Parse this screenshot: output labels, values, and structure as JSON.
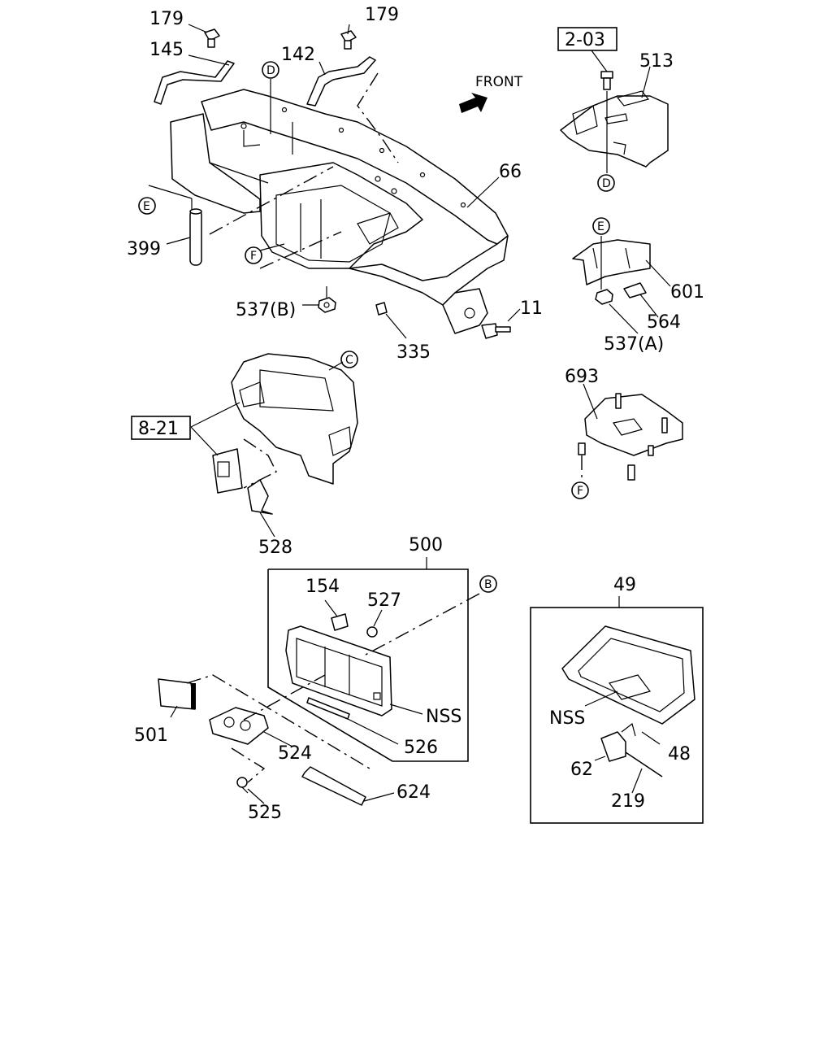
{
  "diagram": {
    "part_labels": {
      "p179a": "179",
      "p145": "145",
      "p179b": "179",
      "p142": "142",
      "p66": "66",
      "p399": "399",
      "p537b": "537(B)",
      "p335": "335",
      "p11": "11",
      "p513": "513",
      "p601": "601",
      "p564": "564",
      "p537a": "537(A)",
      "p693": "693",
      "p528": "528",
      "p500": "500",
      "p154": "154",
      "p527": "527",
      "p501": "501",
      "p524": "524",
      "p526": "526",
      "p525": "525",
      "p624": "624",
      "nss1": "NSS",
      "p49": "49",
      "nss2": "NSS",
      "p48": "48",
      "p62": "62",
      "p219": "219"
    },
    "ref_boxes": {
      "r203": "2-03",
      "r821": "8-21"
    },
    "circle_refs": {
      "d_top": "D",
      "e_left": "E",
      "f_left": "F",
      "d_right": "D",
      "e_right": "E",
      "c_mid": "C",
      "f_right": "F",
      "b_right": "B"
    },
    "direction_label": "FRONT"
  }
}
